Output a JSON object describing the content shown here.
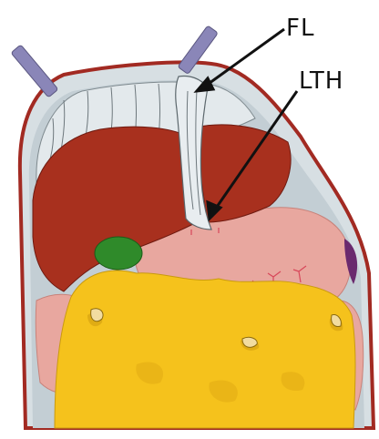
{
  "labels": {
    "fl": "FL",
    "lth": "LTH"
  },
  "structures": [
    {
      "name": "diaphragm",
      "color": "#c9d3d8"
    },
    {
      "name": "peritoneum",
      "color": "#b02a25"
    },
    {
      "name": "liver-right-lobe",
      "color": "#a8301e"
    },
    {
      "name": "liver-left-lobe",
      "color": "#a8301e"
    },
    {
      "name": "falciform-ligament",
      "color": "#dde4e8"
    },
    {
      "name": "stomach",
      "color": "#e8a79f"
    },
    {
      "name": "gallbladder",
      "color": "#2f8a2a"
    },
    {
      "name": "spleen",
      "color": "#6a2a6e"
    },
    {
      "name": "greater-omentum",
      "color": "#f5c21c"
    },
    {
      "name": "colon",
      "color": "#e8a79f"
    }
  ],
  "instruments": {
    "color": "#8a86b8"
  }
}
